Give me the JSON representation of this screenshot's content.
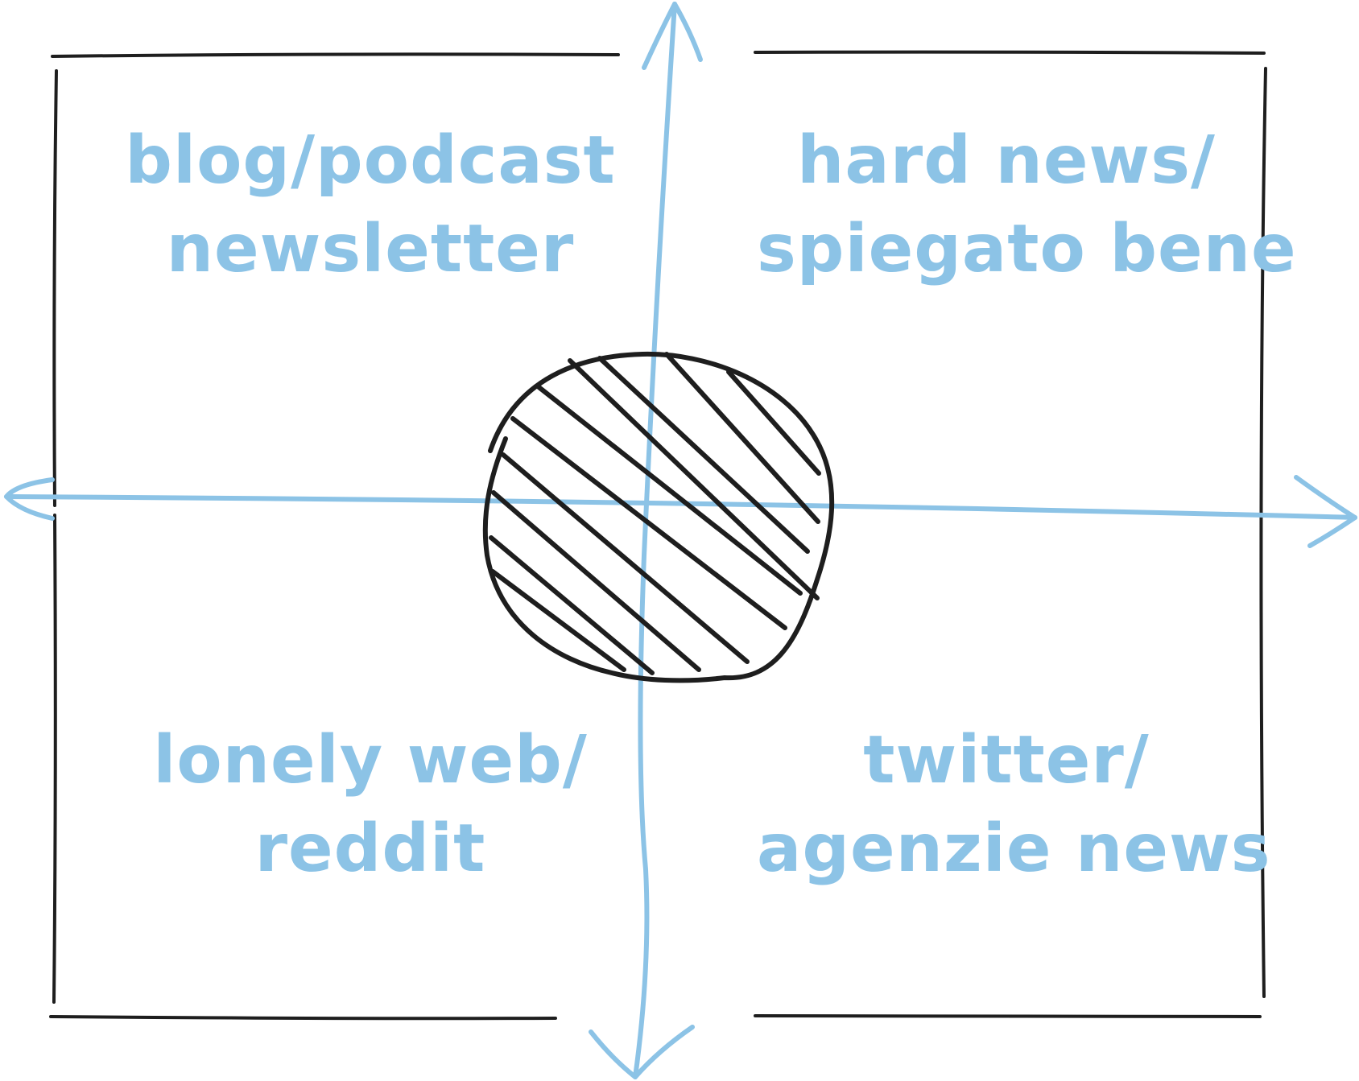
{
  "colors": {
    "axis": "#8cc3e6",
    "frame": "#1e1e1e",
    "label": "#8cc3e6",
    "blob": "#1e1e1e"
  },
  "quadrants": {
    "top_left": {
      "line1": "blog/podcast",
      "line2": "newsletter"
    },
    "top_right": {
      "line1": "hard news/",
      "line2": "spiegato bene"
    },
    "bottom_left": {
      "line1": "lonely web/",
      "line2": "reddit"
    },
    "bottom_right": {
      "line1": "twitter/",
      "line2": "agenzie news"
    }
  }
}
